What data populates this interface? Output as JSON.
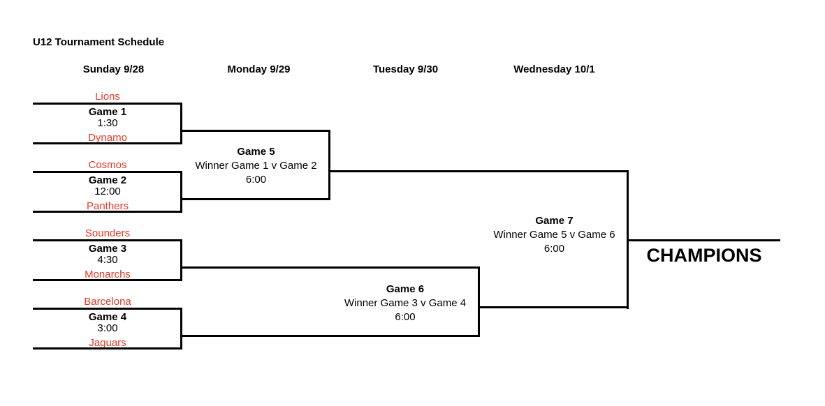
{
  "page": {
    "title": "U12 Tournament Schedule"
  },
  "columns": [
    {
      "label": "Sunday 9/28"
    },
    {
      "label": "Monday 9/29"
    },
    {
      "label": "Tuesday 9/30"
    },
    {
      "label": "Wednesday 10/1"
    }
  ],
  "round1": [
    {
      "name": "Game 1",
      "time": "1:30",
      "team1": "Lions",
      "team2": "Dynamo"
    },
    {
      "name": "Game 2",
      "time": "12:00",
      "team1": "Cosmos",
      "team2": "Panthers"
    },
    {
      "name": "Game 3",
      "time": "4:30",
      "team1": "Sounders",
      "team2": "Monarchs"
    },
    {
      "name": "Game 4",
      "time": "3:00",
      "team1": "Barcelona",
      "team2": "Jaguars"
    }
  ],
  "round2": [
    {
      "name": "Game 5",
      "description": "Winner Game 1 v Game 2",
      "time": "6:00"
    },
    {
      "name": "Game 6",
      "description": "Winner Game 3 v Game 4",
      "time": "6:00"
    }
  ],
  "final": {
    "name": "Game 7",
    "description": "Winner Game 5 v Game 6",
    "time": "6:00"
  },
  "champion_label": "CHAMPIONS",
  "colors": {
    "team_name": "#e23a2b",
    "bracket_line": "#000000",
    "text": "#000000",
    "background": "#ffffff"
  }
}
